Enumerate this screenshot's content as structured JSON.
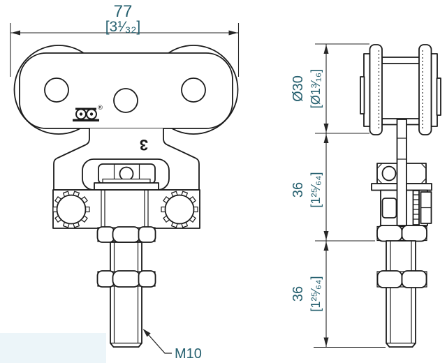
{
  "colors": {
    "line": "#1b1b1b",
    "annotation": "#26606f",
    "background": "#ffffff",
    "artifact": "#e6f1f7"
  },
  "annotations": {
    "width_dim": {
      "metric": "77",
      "imperial": "[3¹⁄₃₂]"
    },
    "wheel_diameter_dim": {
      "metric": "Ø30",
      "imperial": "[Ø1³⁄₁₆]"
    },
    "upper_length_dim": {
      "metric": "36",
      "imperial": "[1²⁵⁄₆₄]"
    },
    "lower_length_dim": {
      "metric": "36",
      "imperial": "[1²⁵⁄₆₄]"
    },
    "thread_label": "M10",
    "body_marking": "3",
    "logo_mark": "®"
  }
}
